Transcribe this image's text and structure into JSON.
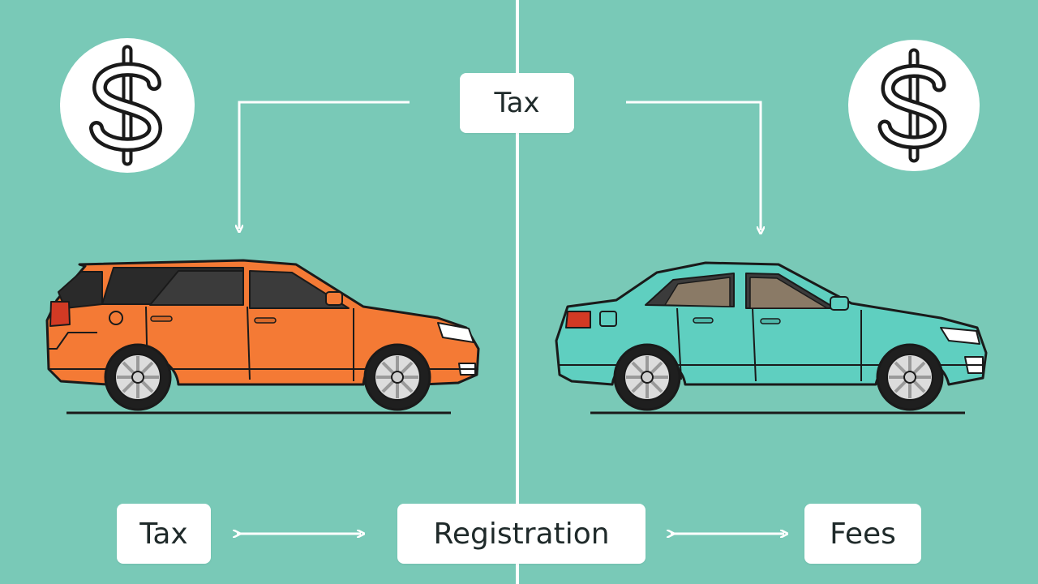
{
  "colors": {
    "background": "#79c9b7",
    "divider": "#ffffff",
    "arrow": "#ffffff",
    "suv_body": "#f47a35",
    "sedan_body": "#5fcfc0",
    "outline": "#1a1a1a",
    "coin_bg": "#ffffff"
  },
  "labels": {
    "top": "Tax",
    "bottom_left": "Tax",
    "bottom_center": "Registration",
    "bottom_right": "Fees"
  },
  "icons": {
    "left_coin": "dollar-sign-icon",
    "right_coin": "dollar-sign-icon"
  }
}
